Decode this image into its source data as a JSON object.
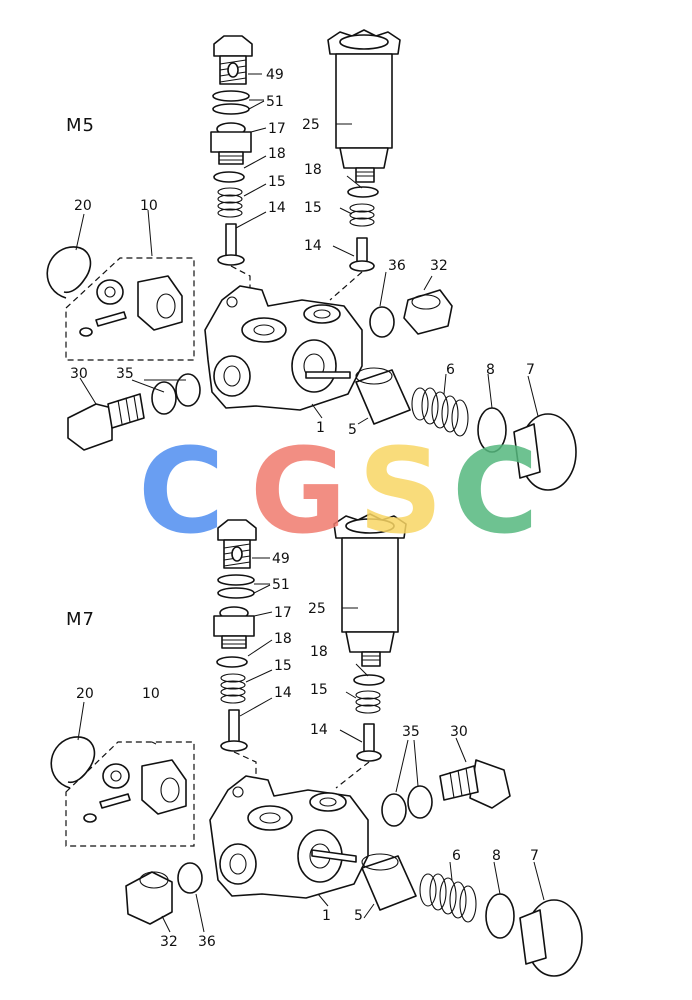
{
  "sections": [
    {
      "title": "M5",
      "labels": {
        "p49": "49",
        "p51": "51",
        "p17": "17",
        "p18a": "18",
        "p15a": "15",
        "p14a": "14",
        "p25": "25",
        "p18b": "18",
        "p15b": "15",
        "p14b": "14",
        "p20": "20",
        "p10": "10",
        "p36": "36",
        "p32": "32",
        "p30": "30",
        "p35": "35",
        "p6": "6",
        "p8": "8",
        "p7": "7",
        "p1": "1",
        "p5": "5"
      }
    },
    {
      "title": "M7",
      "labels": {
        "p49": "49",
        "p51": "51",
        "p17": "17",
        "p18a": "18",
        "p15a": "15",
        "p14a": "14",
        "p25": "25",
        "p18b": "18",
        "p15b": "15",
        "p14b": "14",
        "p20": "20",
        "p10": "10",
        "p35": "35",
        "p30": "30",
        "p6": "6",
        "p8": "8",
        "p7": "7",
        "p1": "1",
        "p5": "5",
        "p32": "32",
        "p36": "36"
      }
    }
  ],
  "watermark": {
    "letters": [
      "C",
      "G",
      "S",
      "C"
    ],
    "colors": [
      "#4f8ef0",
      "#f07b6e",
      "#f9d664",
      "#55b87e"
    ]
  }
}
